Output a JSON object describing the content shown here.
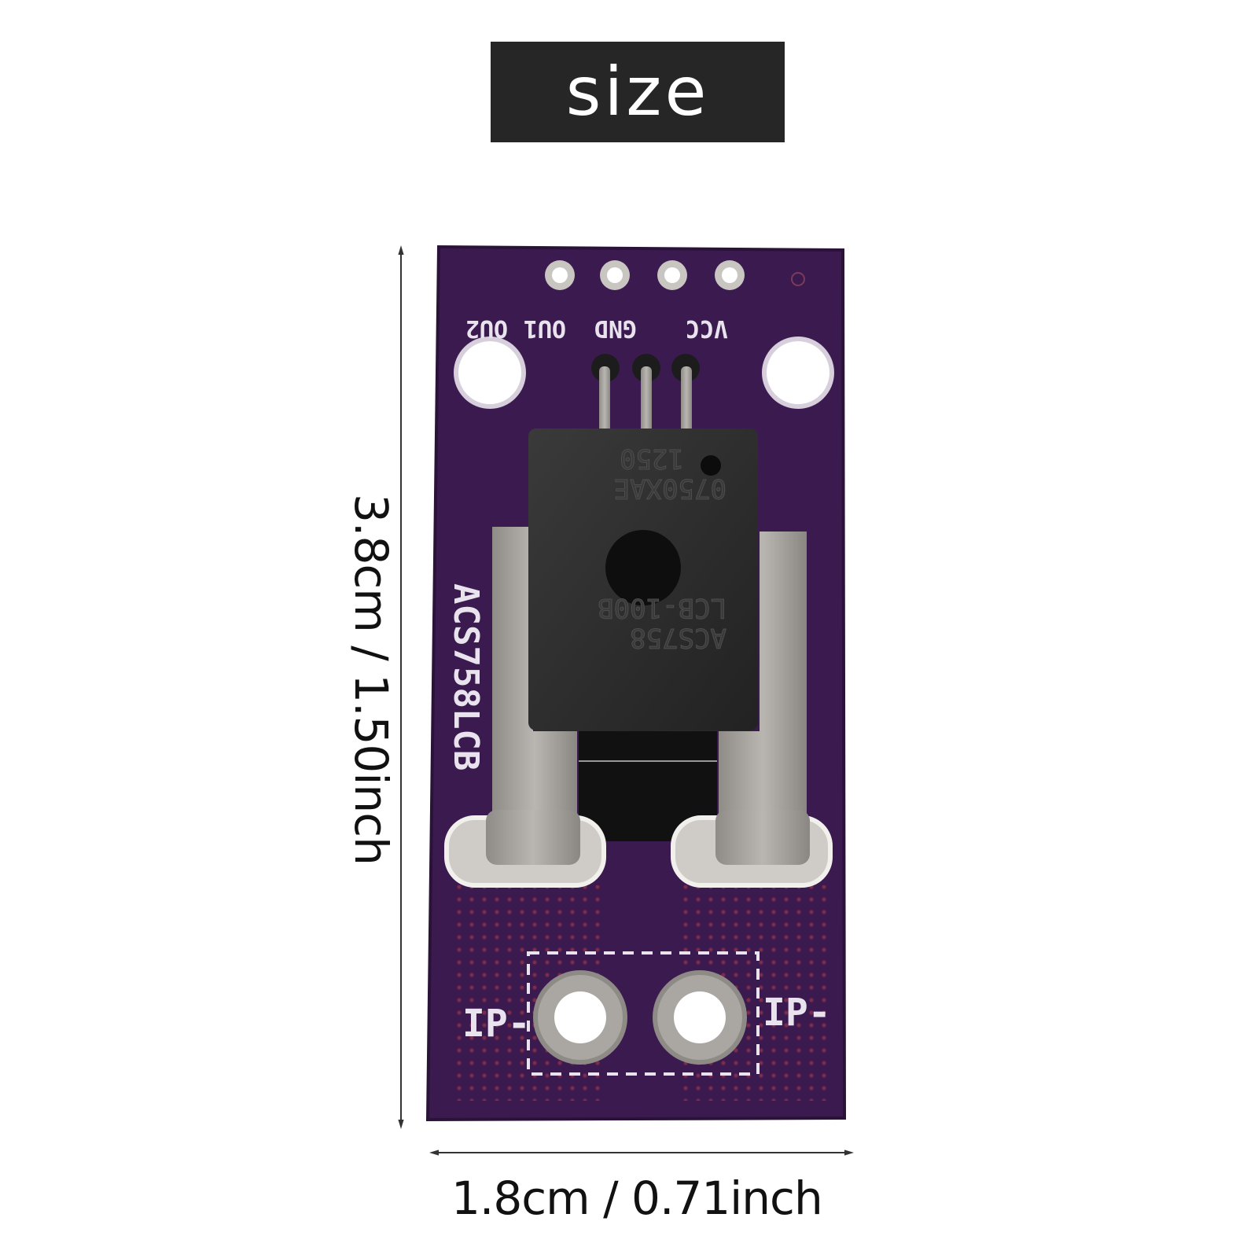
{
  "title": "size",
  "dimensions": {
    "width_label": "1.8cm / 0.71inch",
    "height_label": "3.8cm / 1.50inch"
  },
  "board": {
    "part_label": "ACS758LCB",
    "pin_labels": [
      "OU2",
      "OU1",
      "GND",
      "VCC"
    ],
    "terminal_left_label": "IP-",
    "terminal_right_label": "IP-",
    "chip_marking_lines": [
      "ACS758",
      "LCB-100B",
      "0750XAE",
      "1250"
    ]
  },
  "colors": {
    "pcb": "#3b1b4f",
    "silkscreen": "#e9e3ee",
    "chip": "#2b2b2b",
    "metal": "#a8a5a0",
    "title_bg": "#262626"
  }
}
